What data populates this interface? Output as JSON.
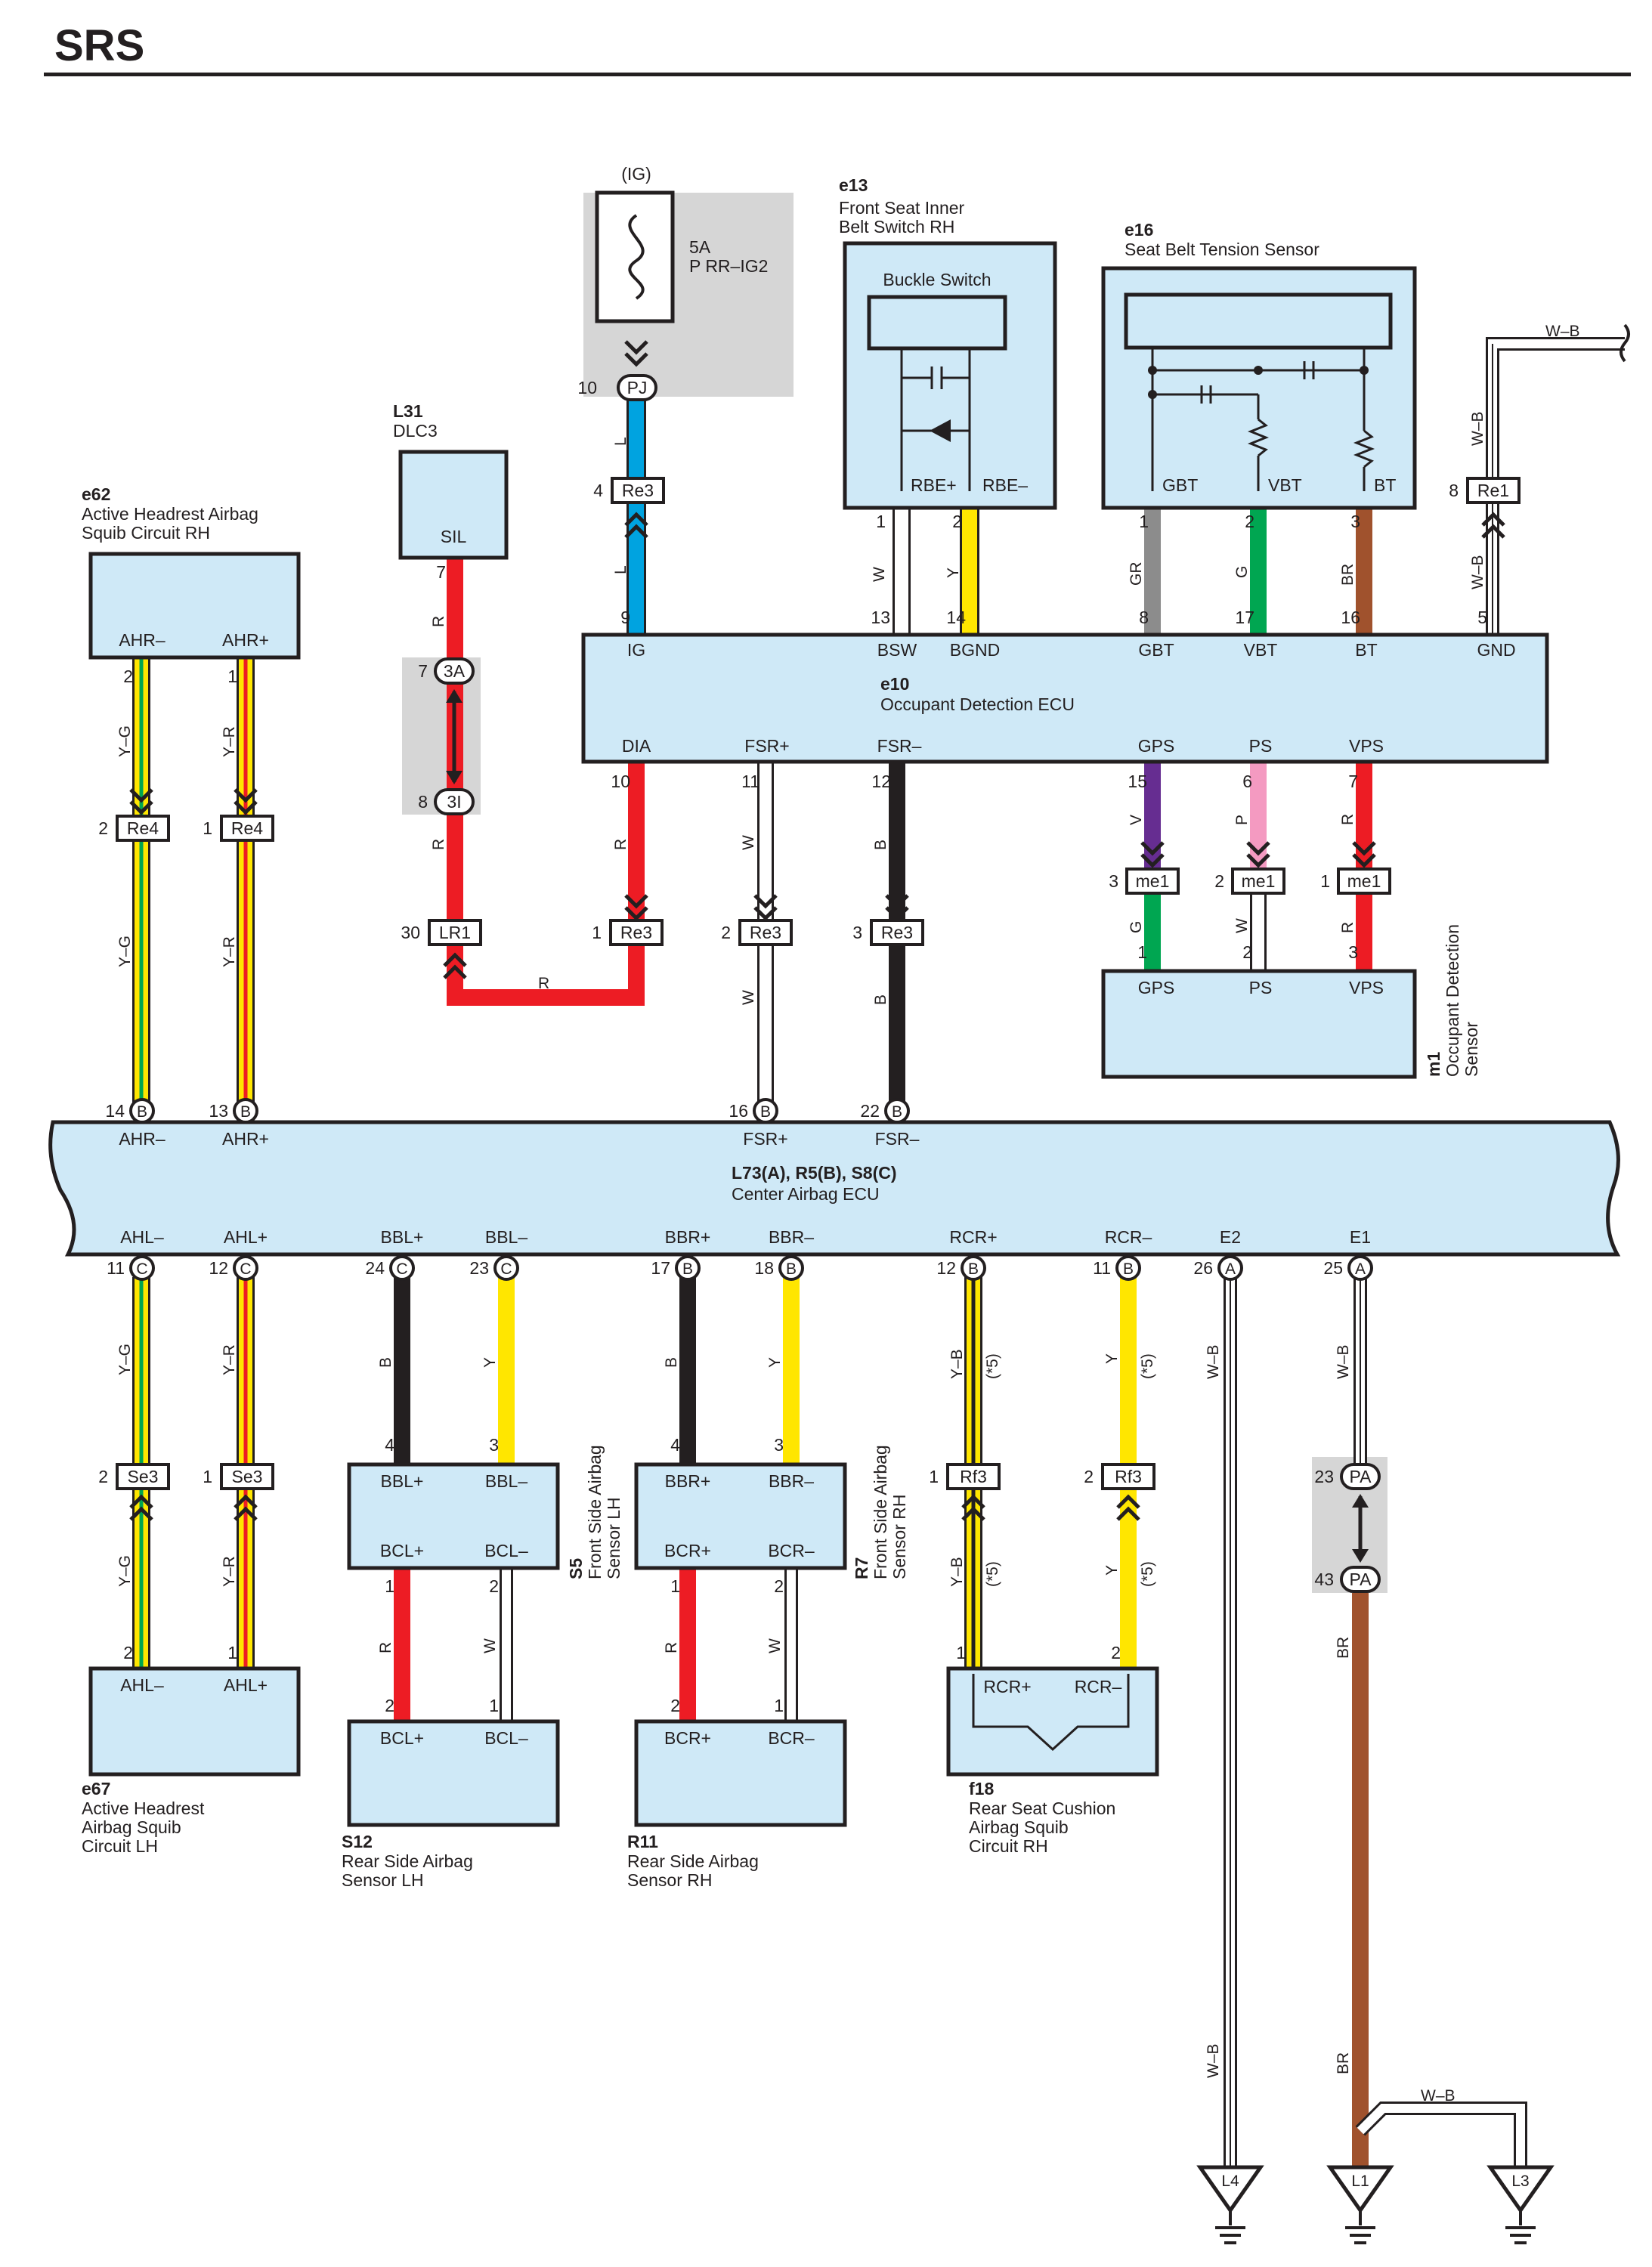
{
  "page_title": "SRS",
  "components": {
    "ig_fuse": {
      "supply": "(IG)",
      "rating": "5A",
      "name": "P RR–IG2"
    },
    "e13": {
      "id": "e13",
      "name_line1": "Front Seat Inner",
      "name_line2": "Belt Switch RH",
      "inner": "Buckle Switch",
      "pin_a": "RBE+",
      "pin_b": "RBE–"
    },
    "e16": {
      "id": "e16",
      "name": "Seat Belt Tension Sensor",
      "pin_a": "GBT",
      "pin_b": "VBT",
      "pin_c": "BT"
    },
    "l31": {
      "id": "L31",
      "name": "DLC3",
      "pin": "SIL"
    },
    "e62": {
      "id": "e62",
      "name_line1": "Active Headrest Airbag",
      "name_line2": "Squib Circuit RH",
      "pin_a": "AHR–",
      "pin_b": "AHR+"
    },
    "e10": {
      "id": "e10",
      "name": "Occupant Detection ECU",
      "top": [
        "IG",
        "BSW",
        "BGND",
        "GBT",
        "VBT",
        "BT",
        "GND"
      ],
      "bottom": [
        "DIA",
        "FSR+",
        "FSR–",
        "GPS",
        "PS",
        "VPS"
      ]
    },
    "m1": {
      "id": "m1",
      "name_line1": "Occupant Detection",
      "name_line2": "Sensor",
      "pins": [
        "GPS",
        "PS",
        "VPS"
      ]
    },
    "center_ecu": {
      "id": "L73(A), R5(B), S8(C)",
      "name": "Center Airbag ECU",
      "top": [
        "AHR–",
        "AHR+",
        "FSR+",
        "FSR–"
      ],
      "bottom": [
        "AHL–",
        "AHL+",
        "BBL+",
        "BBL–",
        "BBR+",
        "BBR–",
        "RCR+",
        "RCR–",
        "E2",
        "E1"
      ]
    },
    "s5": {
      "id": "S5",
      "name_line1": "Front Side Airbag",
      "name_line2": "Sensor LH",
      "pins": [
        "BBL+",
        "BBL–",
        "BCL+",
        "BCL–"
      ]
    },
    "r7": {
      "id": "R7",
      "name_line1": "Front Side Airbag",
      "name_line2": "Sensor RH",
      "pins": [
        "BBR+",
        "BBR–",
        "BCR+",
        "BCR–"
      ]
    },
    "e67": {
      "id": "e67",
      "name_line1": "Active Headrest",
      "name_line2": "Airbag Squib",
      "name_line3": "Circuit LH",
      "pin_a": "AHL–",
      "pin_b": "AHL+"
    },
    "s12": {
      "id": "S12",
      "name_line1": "Rear Side Airbag",
      "name_line2": "Sensor LH",
      "pin_a": "BCL+",
      "pin_b": "BCL–"
    },
    "r11": {
      "id": "R11",
      "name_line1": "Rear Side Airbag",
      "name_line2": "Sensor RH",
      "pin_a": "BCR+",
      "pin_b": "BCR–"
    },
    "f18": {
      "id": "f18",
      "name_line1": "Rear Seat Cushion",
      "name_line2": "Airbag Squib",
      "name_line3": "Circuit RH",
      "pin_a": "RCR+",
      "pin_b": "RCR–"
    }
  },
  "connectors": [
    "PJ",
    "Re3",
    "Re1",
    "Re4",
    "3A",
    "3I",
    "LR1",
    "me1",
    "Se3",
    "Rf3",
    "PA",
    "B",
    "C",
    "A"
  ],
  "grounds": [
    "L4",
    "L1",
    "L3"
  ],
  "wire_codes": [
    "L",
    "W",
    "Y",
    "GR",
    "G",
    "BR",
    "W–B",
    "R",
    "Y–G",
    "Y–R",
    "B",
    "V",
    "P",
    "Y–B"
  ],
  "note": "(*5)",
  "wire_colors": {
    "L": "#00a3e0",
    "Y": "#ffe600",
    "GR": "#8c8c8c",
    "G": "#00a651",
    "BR": "#a0522d",
    "R": "#ed1c24",
    "B": "#231f20",
    "V": "#662d91",
    "P": "#f49ac1",
    "W": "#ffffff",
    "YG_stripe": "#00a651",
    "YR_stripe": "#ed1c24"
  }
}
